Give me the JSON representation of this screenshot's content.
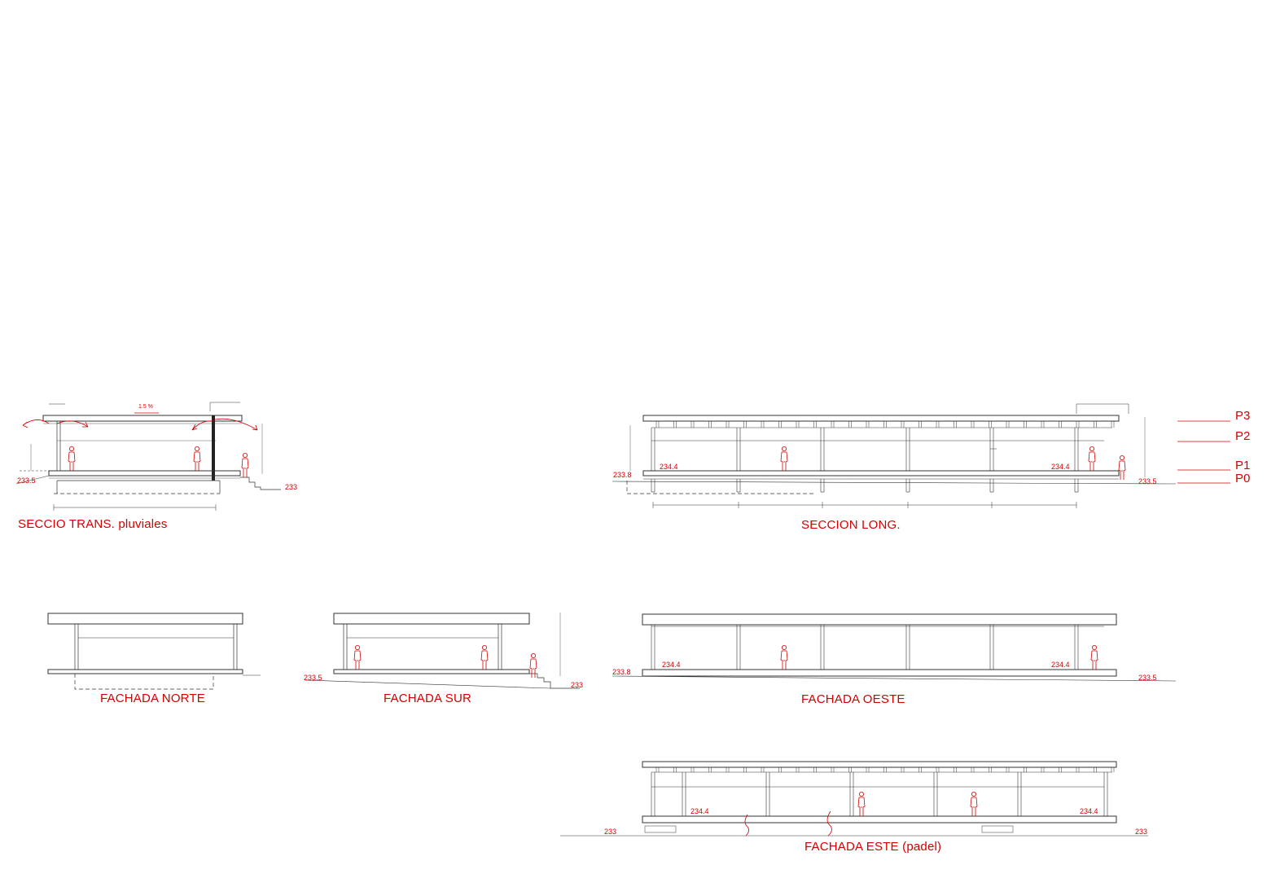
{
  "drawings": {
    "seccio_trans": {
      "title": "SECCIO TRANS. pluviales",
      "slope": "1.5 %",
      "level_left": "233.5",
      "level_right": "233"
    },
    "seccion_long": {
      "title": "SECCION LONG.",
      "level_left": "233.8",
      "level_floor_left": "234.4",
      "level_floor_right": "234.4",
      "level_right": "233.5"
    },
    "fachada_norte": {
      "title": "FACHADA NORTE"
    },
    "fachada_sur": {
      "title": "FACHADA SUR",
      "level_left": "233.5",
      "level_right": "233"
    },
    "fachada_oeste": {
      "title": "FACHADA OESTE",
      "level_left": "233.8",
      "level_floor_left": "234.4",
      "level_floor_right": "234.4",
      "level_right": "233.5"
    },
    "fachada_este": {
      "title": "FACHADA ESTE (padel)",
      "level_left": "233",
      "level_floor_left": "234.4",
      "level_floor_right": "234.4",
      "level_right": "233"
    }
  },
  "plane_levels": [
    "P3",
    "P2",
    "P1",
    "P0"
  ],
  "colors": {
    "annotation": "#d40000",
    "linework": "#333333",
    "background": "#ffffff"
  }
}
